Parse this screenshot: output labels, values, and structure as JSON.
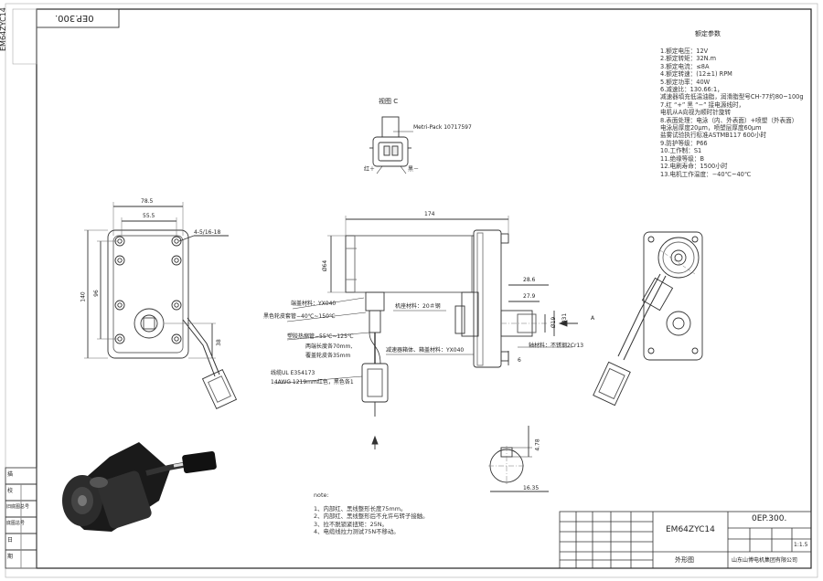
{
  "drawing": {
    "corner_code": "0EP.300.",
    "side_code": "EM64ZYC14",
    "view_label": "视图 C",
    "connector_label": "Metri-Pack 10717597",
    "red_plus": "红＋",
    "black_minus": "黑－",
    "dims": {
      "d78_5": "78.5",
      "d55_5": "55.5",
      "d4_5_16_18": "4-5/16-18",
      "d140": "140",
      "d96": "96",
      "d38": "38",
      "d174": "174",
      "d64": "Ø64",
      "d28_6": "28.6",
      "d27_9": "27.9",
      "d19": "Ø19",
      "d31": "Ø31",
      "d6": "6",
      "d16_35": "16.35",
      "d4_78": "4.78",
      "a": "A"
    },
    "callouts": {
      "end_cap": "端盖材料：YX040",
      "black_tube": "黑色轮皮套管−40℃~150℃",
      "shrink_tube": "塑胶热缩管−55℃~125℃",
      "shrink_len1": "两端长度各70mm,",
      "shrink_len2": "覆盖轮皮各35mm",
      "cable1": "线缆UL E354173",
      "cable2": "14AWG 1219mm红色，黑色各1",
      "housing": "机座材料：20＃钢",
      "gearbox": "减速器箱体、箱盖材料：YX040",
      "shaft": "轴材料：不锈钢2Cr13"
    }
  },
  "spec": {
    "title": "额定参数",
    "lines": [
      "1.额定电压：12V",
      "2.额定转矩：32N.m",
      "3.额定电流：≤8A",
      "4.额定转速：(12±1) RPM",
      "5.额定功率：40W",
      "6.减速比：130.66:1，",
      "  减速器填充低温油脂，润滑脂型号CH-77约80~100g",
      "7.红 “+” 黑 “−” 接电源线时，",
      "  电机从A向视为顺时针旋转",
      "8.表面处理：电泳（内、外表面）+喷塑（外表面）",
      "  电泳层厚度20μm，喷塑层厚度60μm",
      "  盐雾试验执行标准ASTMB117  600小时",
      "9.防护等级：P66",
      "10.工作制：S1",
      "11.绝缘等级：B",
      "12.电刷寿命：1500小时",
      "13.电机工作温度：−40℃~40℃"
    ]
  },
  "notes": {
    "title": "note:",
    "lines": [
      "1、内部红、黑线整形长度75mm。",
      "2、内部红、黑线整形后不允许与转子接触。",
      "3、拉不脱锁紧扭矩：25N。",
      "4、电缆线拉力测试75N不移动。"
    ]
  },
  "titleblock": {
    "model": "EM64ZYC14",
    "code": "0EP.300.",
    "name": "外形图",
    "company": "山东山博电机集团有限公司",
    "scale": "1:1.5"
  },
  "left_block": {
    "rows": [
      "描",
      "校",
      "旧底图总号",
      "底图总号",
      "日",
      "期"
    ]
  }
}
